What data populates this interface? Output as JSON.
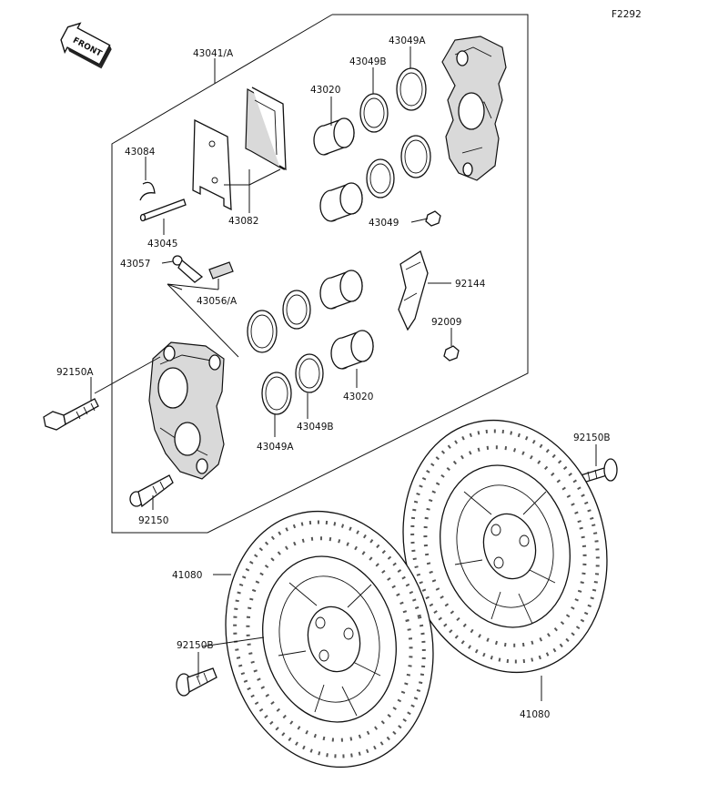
{
  "figure_code": "F2292",
  "front_arrow_text": "FRONT",
  "labels": {
    "p43041A": "43041/A",
    "p43049A_top": "43049A",
    "p43049B_top": "43049B",
    "p43020_top": "43020",
    "p43084": "43084",
    "p43082": "43082",
    "p43045": "43045",
    "p43049": "43049",
    "p43057": "43057",
    "p43056A": "43056/A",
    "p92144": "92144",
    "p92009": "92009",
    "p92150A": "92150A",
    "p43020_bot": "43020",
    "p43049B_bot": "43049B",
    "p43049A_bot": "43049A",
    "p92150": "92150",
    "p92150B_right": "92150B",
    "p41080_left": "41080",
    "p92150B_left": "92150B",
    "p41080_right": "41080"
  }
}
